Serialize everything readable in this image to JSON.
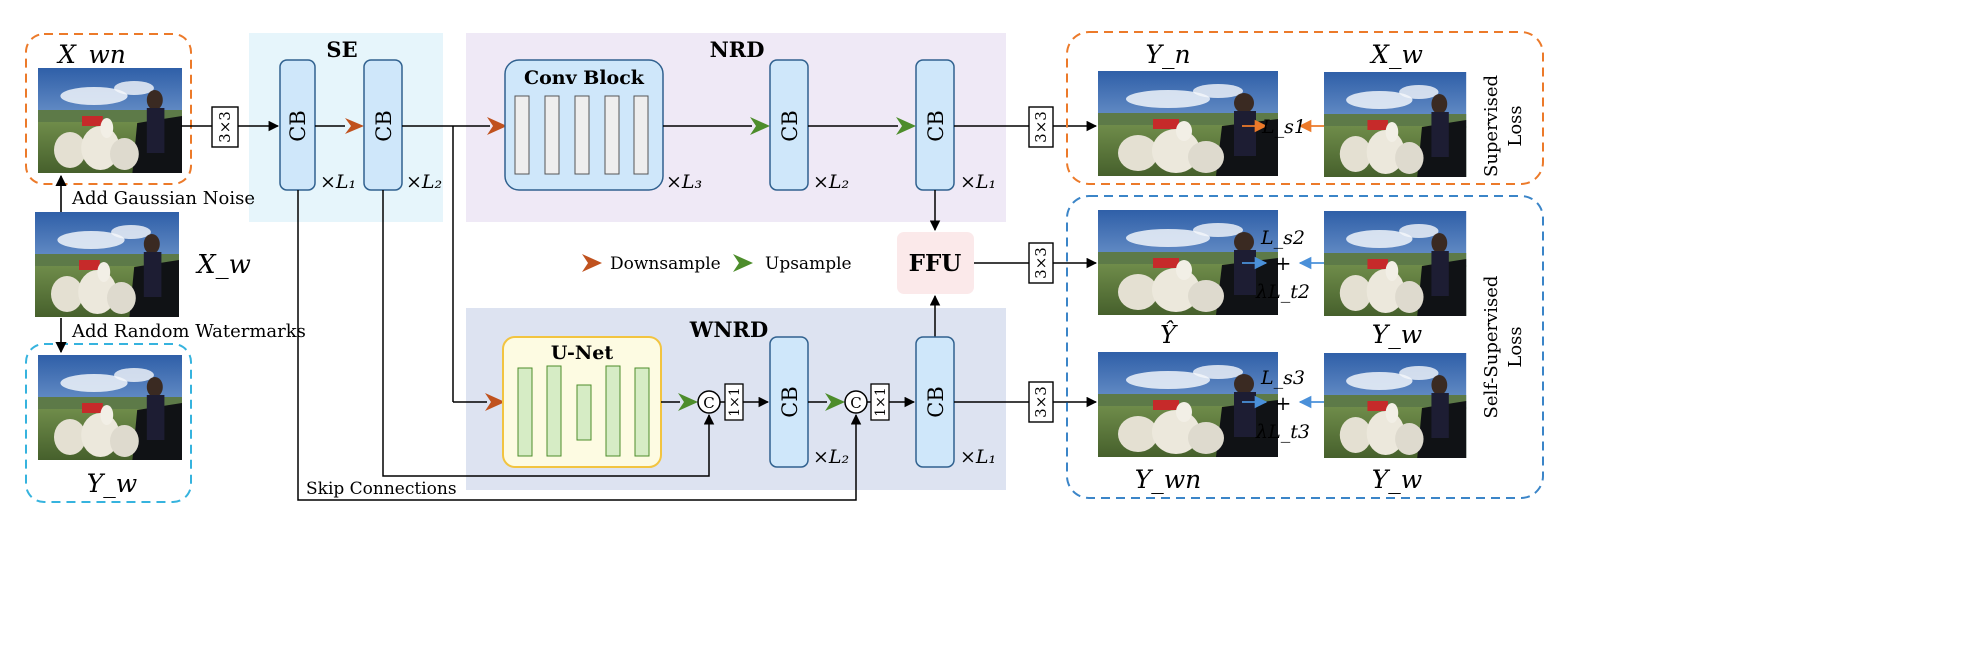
{
  "inputs": {
    "clean_label": "X_w",
    "noisy_label": "X_wn",
    "watermarked_label": "Y_w",
    "add_noise_label": "Add Gaussian Noise",
    "add_watermarks_label": "Add Random Watermarks"
  },
  "conv3x3_label": "3×3",
  "conv1x1_label": "1×1",
  "cb_label": "CB",
  "concat_symbol": "C",
  "se": {
    "title": "SE",
    "rep1": "×L₁",
    "rep2": "×L₂"
  },
  "nrd": {
    "title": "NRD",
    "conv_block_label": "Conv Block",
    "rep3": "×L₃",
    "rep2": "×L₂",
    "rep1": "×L₁"
  },
  "wnrd": {
    "title": "WNRD",
    "unet_label": "U-Net",
    "rep2": "×L₂",
    "rep1": "×L₁"
  },
  "ffu_label": "FFU",
  "legend": {
    "downsample": "Downsample",
    "upsample": "Upsample"
  },
  "skip_label": "Skip Connections",
  "supervised": {
    "title_line1": "Supervised",
    "title_line2": "Loss",
    "left_label": "Y_n",
    "right_label": "X_w",
    "loss": "L_s1"
  },
  "self_supervised": {
    "title_line1": "Self-Supervised",
    "title_line2": "Loss",
    "row1": {
      "left_label": "Ŷ",
      "right_label": "Y_w",
      "loss_top": "L_s2",
      "plus": "+",
      "loss_bottom": "λL_t2"
    },
    "row2": {
      "left_label": "Y_wn",
      "right_label": "Y_w",
      "loss_top": "L_s3",
      "plus": "+",
      "loss_bottom": "λL_t3"
    }
  },
  "colors": {
    "se_bg": "#e6f5fb",
    "nrd_bg": "#efe9f6",
    "wnrd_bg": "#dde3f1",
    "cb_fill": "#cfe7fa",
    "cb_stroke": "#30618f",
    "unet_fill": "#fdfbe2",
    "unet_stroke": "#f2c440",
    "unet_bar": "#d6ecc5",
    "ffu_fill": "#fbe9ea",
    "down_arrow": "#c0521e",
    "up_arrow": "#4d8d2b",
    "orange_dash": "#ec7a2a",
    "blue_dash": "#3b85c8",
    "cyan_dash": "#36b3de",
    "loss_arrow_orange": "#ec7a2a",
    "loss_arrow_blue": "#4a90d9"
  }
}
